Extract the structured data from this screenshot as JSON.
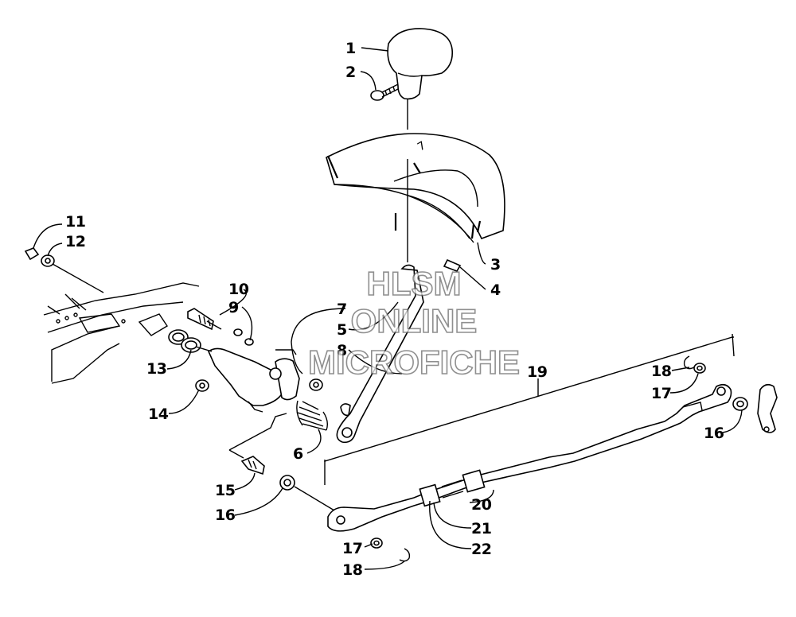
{
  "diagram": {
    "callouts": [
      {
        "id": "c1",
        "text": "1"
      },
      {
        "id": "c2",
        "text": "2"
      },
      {
        "id": "c3",
        "text": "3"
      },
      {
        "id": "c4",
        "text": "4"
      },
      {
        "id": "c5",
        "text": "5"
      },
      {
        "id": "c6",
        "text": "6"
      },
      {
        "id": "c7",
        "text": "7"
      },
      {
        "id": "c8",
        "text": "8"
      },
      {
        "id": "c9",
        "text": "9"
      },
      {
        "id": "c10",
        "text": "10"
      },
      {
        "id": "c11",
        "text": "11"
      },
      {
        "id": "c12",
        "text": "12"
      },
      {
        "id": "c13",
        "text": "13"
      },
      {
        "id": "c14",
        "text": "14"
      },
      {
        "id": "c15",
        "text": "15"
      },
      {
        "id": "c16a",
        "text": "16"
      },
      {
        "id": "c16b",
        "text": "16"
      },
      {
        "id": "c17a",
        "text": "17"
      },
      {
        "id": "c17b",
        "text": "17"
      },
      {
        "id": "c18a",
        "text": "18"
      },
      {
        "id": "c18b",
        "text": "18"
      },
      {
        "id": "c19",
        "text": "19"
      },
      {
        "id": "c20",
        "text": "20"
      },
      {
        "id": "c21",
        "text": "21"
      },
      {
        "id": "c22",
        "text": "22"
      }
    ],
    "watermark": {
      "line1": "HLSM",
      "line2": "ONLINE",
      "line3": "MICROFICHE"
    }
  }
}
